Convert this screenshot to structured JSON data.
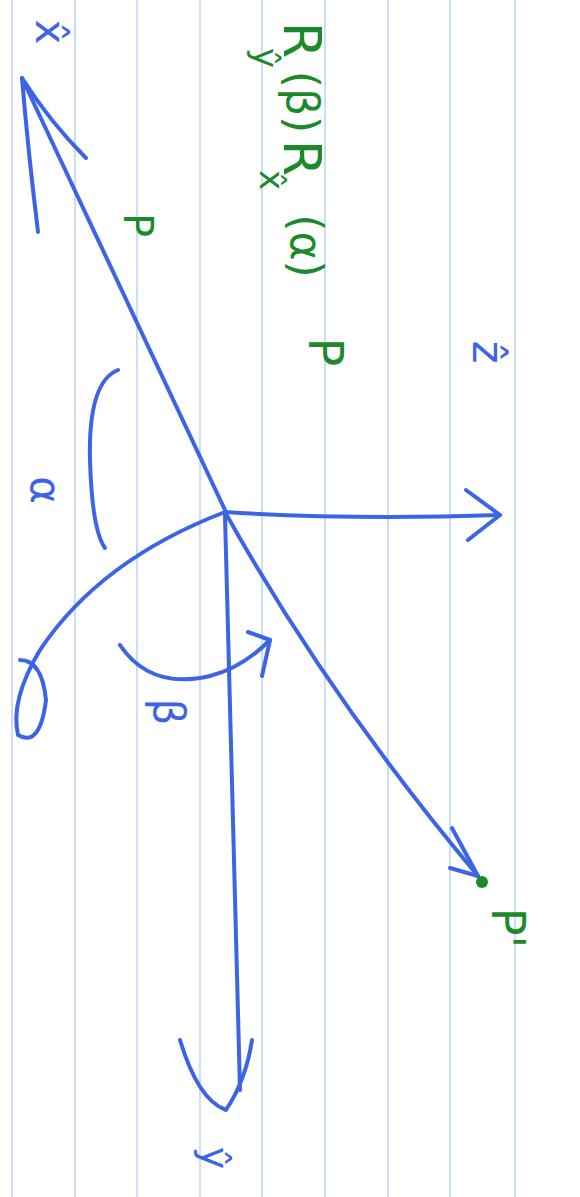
{
  "diagram": {
    "labels": [
      "x̂",
      "R",
      "ŷ",
      "(β)",
      "R",
      "x̂",
      "(α)",
      "P",
      "ẑ",
      "P",
      "α",
      "β",
      "P'",
      "ŷ"
    ]
  }
}
